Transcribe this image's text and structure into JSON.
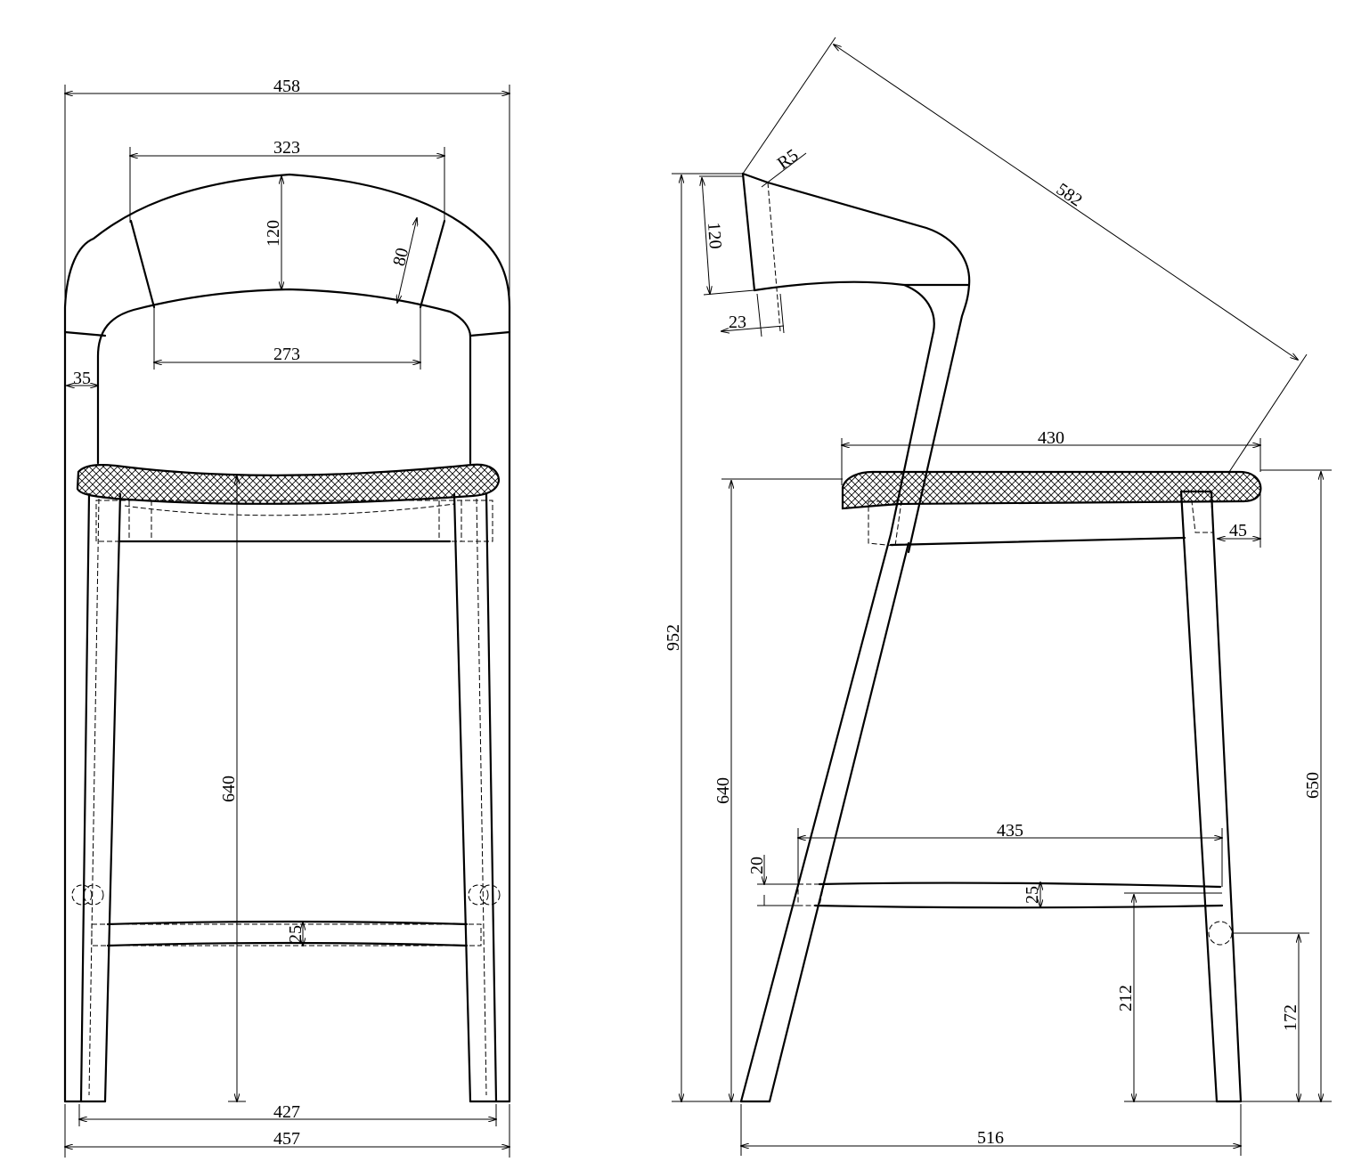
{
  "front_view": {
    "overall_width_top": "458",
    "backrest_outer_width": "323",
    "backrest_height": "120",
    "backrest_side": "80",
    "backrest_inner_width": "273",
    "frame_thickness": "35",
    "seat_height": "640",
    "stretcher_thickness": "25",
    "leg_span_inner": "427",
    "overall_width_bottom": "457"
  },
  "side_view": {
    "backrest_diagonal": "582",
    "corner_radius": "R5",
    "backrest_height": "120",
    "backrest_thickness": "23",
    "total_height": "952",
    "seat_depth": "430",
    "seat_overhang": "45",
    "seat_height": "640",
    "seat_height_front": "650",
    "stretcher_length": "435",
    "stretcher_offset": "20",
    "stretcher_thickness": "25",
    "stretcher_height": "212",
    "foot_rest_height": "172",
    "overall_depth": "516"
  }
}
